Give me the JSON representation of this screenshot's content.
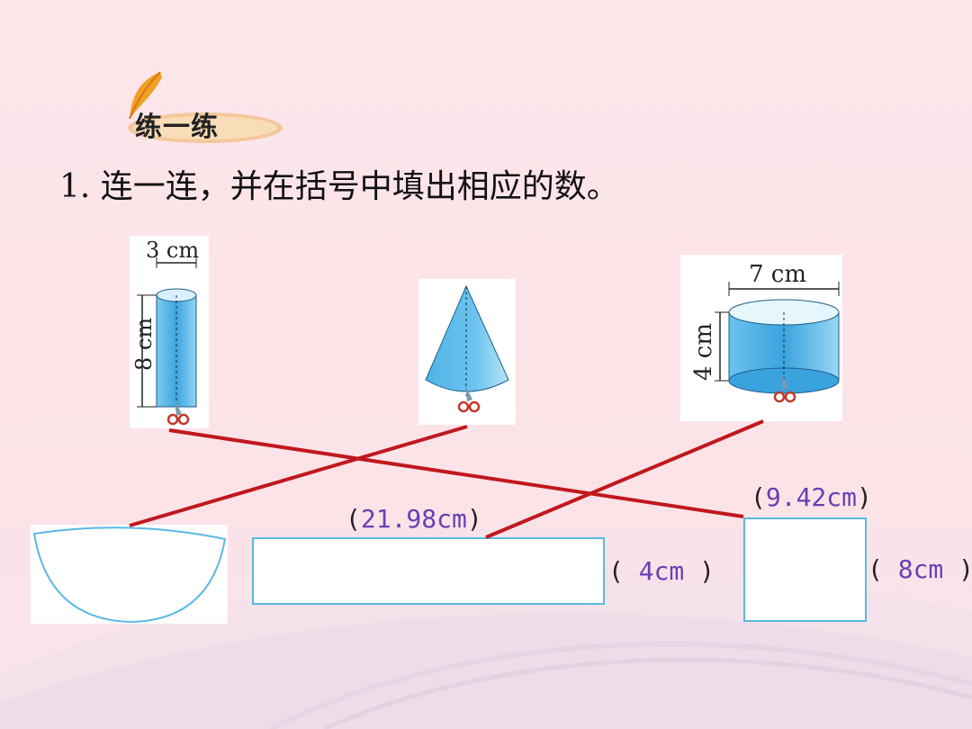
{
  "section_tag": "练一练",
  "question": "1. 连一连，并在括号中填出相应的数。",
  "solids": {
    "cylinder_small": {
      "diameter_label": "3 cm",
      "height_label": "8 cm"
    },
    "cylinder_large": {
      "diameter_label": "7 cm",
      "height_label": "4 cm"
    }
  },
  "answers": {
    "large_rect_length": "21.98cm",
    "large_rect_width": "4cm",
    "square_length": "9.42cm",
    "square_width": "8cm"
  },
  "colors": {
    "line_red": "#c0181d",
    "shape_blue": "#5ab8e6",
    "answer_purple": "#6a3fb3"
  },
  "icons": [
    "feather-icon",
    "scissors-icon"
  ]
}
